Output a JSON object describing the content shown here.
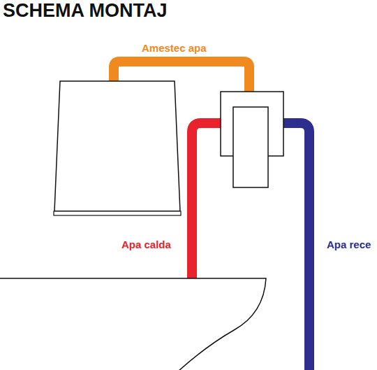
{
  "diagram": {
    "title": "SCHEMA MONTAJ",
    "labels": [
      "Amestec apa",
      "Apa calda",
      "Apa rece"
    ]
  }
}
